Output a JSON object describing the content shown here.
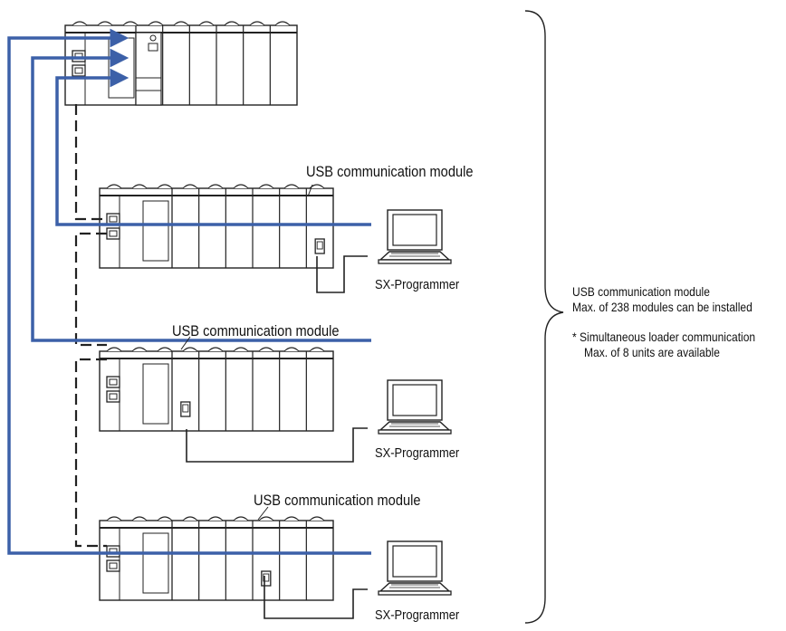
{
  "diagram": {
    "racks": [
      {
        "id": "cpu-rack",
        "module_label": ""
      },
      {
        "id": "rack-1",
        "module_label": "USB communication module"
      },
      {
        "id": "rack-2",
        "module_label": "USB communication module"
      },
      {
        "id": "rack-3",
        "module_label": "USB communication module"
      }
    ],
    "pc_label": "SX-Programmer",
    "colors": {
      "arrow": "#3c60a8",
      "outline": "#222222",
      "rack_fill": "#ffffff"
    }
  },
  "note": {
    "line1": "USB communication module",
    "line2": "Max. of 238 modules can be installed",
    "line3": "* Simultaneous loader communication",
    "line4": "Max. of 8 units are available"
  }
}
